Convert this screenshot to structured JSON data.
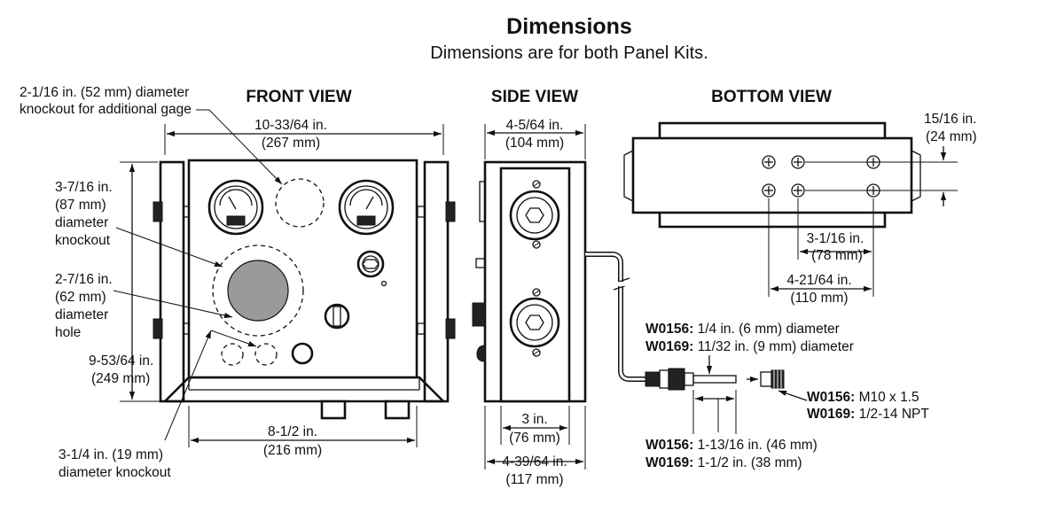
{
  "title": "Dimensions",
  "subtitle": "Dimensions are for both Panel Kits.",
  "views": {
    "front": "FRONT VIEW",
    "side": "SIDE VIEW",
    "bottom": "BOTTOM VIEW"
  },
  "front": {
    "gage_knockout": [
      "2-1/16 in. (52 mm) diameter",
      "knockout for additional gage"
    ],
    "width_top": [
      "10-33/64 in.",
      "(267 mm)"
    ],
    "knockout_87": [
      "3-7/16 in.",
      "(87 mm)",
      "diameter",
      "knockout"
    ],
    "hole_62": [
      "2-7/16 in.",
      "(62 mm)",
      "diameter",
      "hole"
    ],
    "height": [
      "9-53/64 in.",
      "(249 mm)"
    ],
    "width_bottom": [
      "8-1/2 in.",
      "(216 mm)"
    ],
    "knockout_19": [
      "3-1/4 in. (19 mm)",
      "diameter knockout"
    ]
  },
  "side": {
    "top_width": [
      "4-5/64 in.",
      "(104 mm)"
    ],
    "inner_width": [
      "3 in.",
      "(76 mm)"
    ],
    "outer_width": [
      "4-39/64 in.",
      "(117 mm)"
    ]
  },
  "bottom": {
    "offset": [
      "15/16 in.",
      "(24 mm)"
    ],
    "spacing_78": [
      "3-1/16 in.",
      "(78 mm)"
    ],
    "spacing_110": [
      "4-21/64 in.",
      "(110 mm)"
    ]
  },
  "fittings": {
    "dia_w0156_model": "W0156:",
    "dia_w0156_text": " 1/4 in. (6 mm) diameter",
    "dia_w0169_model": "W0169:",
    "dia_w0169_text": " 11/32 in. (9 mm) diameter",
    "thread_w0156_model": "W0156:",
    "thread_w0156_text": " M10 x 1.5",
    "thread_w0169_model": "W0169:",
    "thread_w0169_text": " 1/2-14 NPT",
    "len_w0156_model": "W0156:",
    "len_w0156_text": " 1-13/16 in. (46 mm)",
    "len_w0169_model": "W0169:",
    "len_w0169_text": " 1-1/2 in. (38 mm)"
  }
}
